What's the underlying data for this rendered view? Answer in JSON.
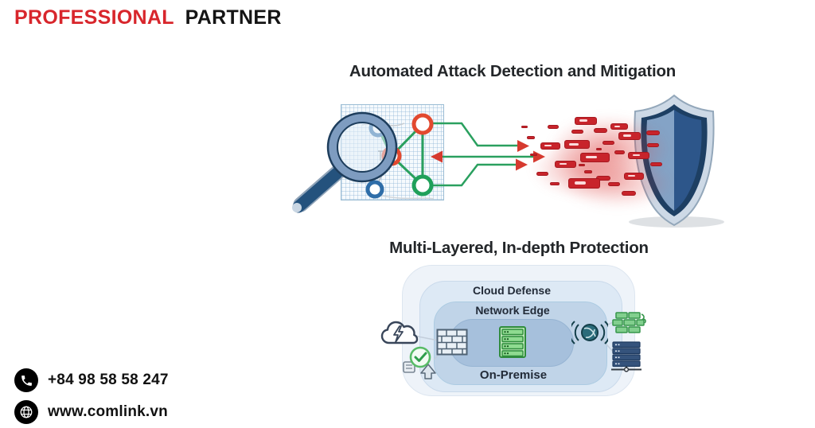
{
  "brand": {
    "professional": "PROFESSIONAL",
    "partner": "PARTNER"
  },
  "detection": {
    "title": "Automated Attack Detection and Mitigation",
    "icons": [
      "magnifier-icon",
      "network-graph",
      "traffic-arrows",
      "attack-packets",
      "shield-icon"
    ],
    "packets": [
      [
        72,
        27,
        28,
        10,
        1
      ],
      [
        38,
        37,
        14,
        5,
        0
      ],
      [
        117,
        35,
        22,
        8,
        1
      ],
      [
        68,
        43,
        15,
        5,
        0
      ],
      [
        96,
        41,
        17,
        6,
        0
      ],
      [
        127,
        46,
        28,
        10,
        1
      ],
      [
        12,
        51,
        10,
        4,
        0
      ],
      [
        5,
        38,
        8,
        3,
        0
      ],
      [
        29,
        59,
        25,
        9,
        1
      ],
      [
        59,
        56,
        32,
        11,
        1
      ],
      [
        107,
        57,
        15,
        5,
        0
      ],
      [
        99,
        66,
        7,
        3,
        0
      ],
      [
        122,
        69,
        13,
        5,
        0
      ],
      [
        79,
        72,
        37,
        12,
        1
      ],
      [
        47,
        82,
        27,
        9,
        1
      ],
      [
        77,
        86,
        8,
        3,
        0
      ],
      [
        16,
        73,
        9,
        3,
        0
      ],
      [
        24,
        96,
        15,
        5,
        0
      ],
      [
        84,
        94,
        10,
        4,
        0
      ],
      [
        99,
        101,
        18,
        6,
        0
      ],
      [
        41,
        109,
        12,
        4,
        0
      ],
      [
        64,
        104,
        40,
        13,
        1
      ],
      [
        114,
        109,
        15,
        5,
        0
      ],
      [
        131,
        120,
        18,
        6,
        0
      ],
      [
        163,
        60,
        15,
        5,
        0
      ],
      [
        139,
        71,
        27,
        9,
        1
      ],
      [
        167,
        84,
        15,
        5,
        0
      ],
      [
        134,
        97,
        25,
        9,
        1
      ],
      [
        162,
        44,
        17,
        6,
        0
      ]
    ]
  },
  "protection": {
    "title": "Multi-Layered, In-depth Protection",
    "layers": [
      {
        "label": "Cloud Defense"
      },
      {
        "label": "Network Edge"
      },
      {
        "label": "On-Premise"
      }
    ],
    "icons": [
      "cloud-bolt-icon",
      "shield-check-icon",
      "firewall-icon",
      "server-rack-icon",
      "globe-waves-icon",
      "green-firewall-icon",
      "blue-server-icon"
    ]
  },
  "contact": {
    "phone": "+84 98 58 58 247",
    "website": "www.comlink.vn",
    "icons": [
      "phone-icon",
      "globe-icon"
    ]
  },
  "colors": {
    "accent_red": "#d8262c",
    "packet_red": "#c8242b",
    "arrow_green": "#2ba05f",
    "node_blue": "#2e6da8",
    "node_red": "#e2492f",
    "node_green": "#1fa05a",
    "shield_rim": "#cdd9e6",
    "shield_navy": "#1d3f63",
    "shield_light": "#84a3c6",
    "shield_dark": "#2d568a",
    "layer_inner_blue": "#a6c0dc",
    "icon_green": "#2f8c3c",
    "teal": "#2a6b7a",
    "text_dark": "#232629"
  }
}
